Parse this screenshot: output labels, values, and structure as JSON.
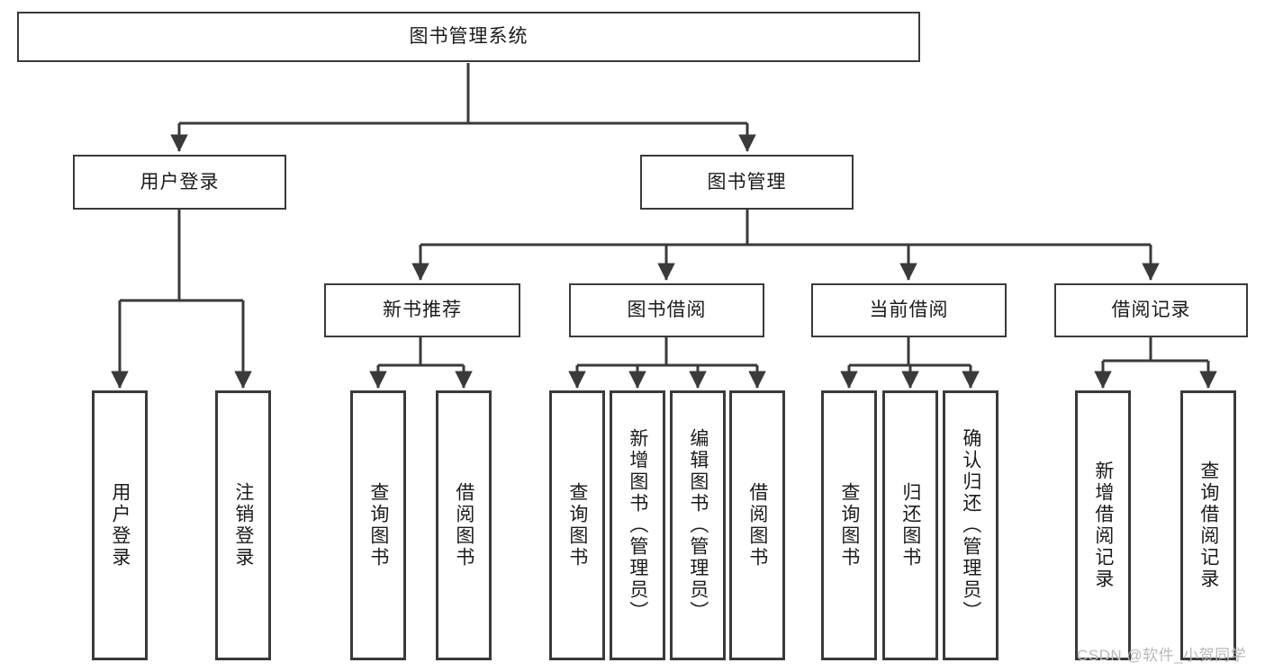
{
  "diagram": {
    "type": "tree-hierarchy-chart",
    "title": "图书管理系统",
    "colors": {
      "stroke": "#3a3a3a",
      "fill": "#ffffff",
      "text": "#1b1b1b",
      "watermark": "#b9b9b9"
    },
    "root": {
      "label": "图书管理系统"
    },
    "level2": [
      {
        "label": "用户登录"
      },
      {
        "label": "图书管理"
      }
    ],
    "level3": [
      {
        "label": "新书推荐"
      },
      {
        "label": "图书借阅"
      },
      {
        "label": "当前借阅"
      },
      {
        "label": "借阅记录"
      }
    ],
    "leaves": {
      "user_login": [
        {
          "label": "用户登录"
        },
        {
          "label": "注销登录"
        }
      ],
      "new_book_recommend": [
        {
          "label": "查询图书"
        },
        {
          "label": "借阅图书"
        }
      ],
      "book_borrow": [
        {
          "label": "查询图书"
        },
        {
          "label": "新增图书（管理员）"
        },
        {
          "label": "编辑图书（管理员）"
        },
        {
          "label": "借阅图书"
        }
      ],
      "current_borrow": [
        {
          "label": "查询图书"
        },
        {
          "label": "归还图书"
        },
        {
          "label": "确认归还（管理员）"
        }
      ],
      "borrow_record": [
        {
          "label": "新增借阅记录"
        },
        {
          "label": "查询借阅记录"
        }
      ]
    }
  },
  "watermark": {
    "text": "CSDN @软件_小贺同学"
  }
}
